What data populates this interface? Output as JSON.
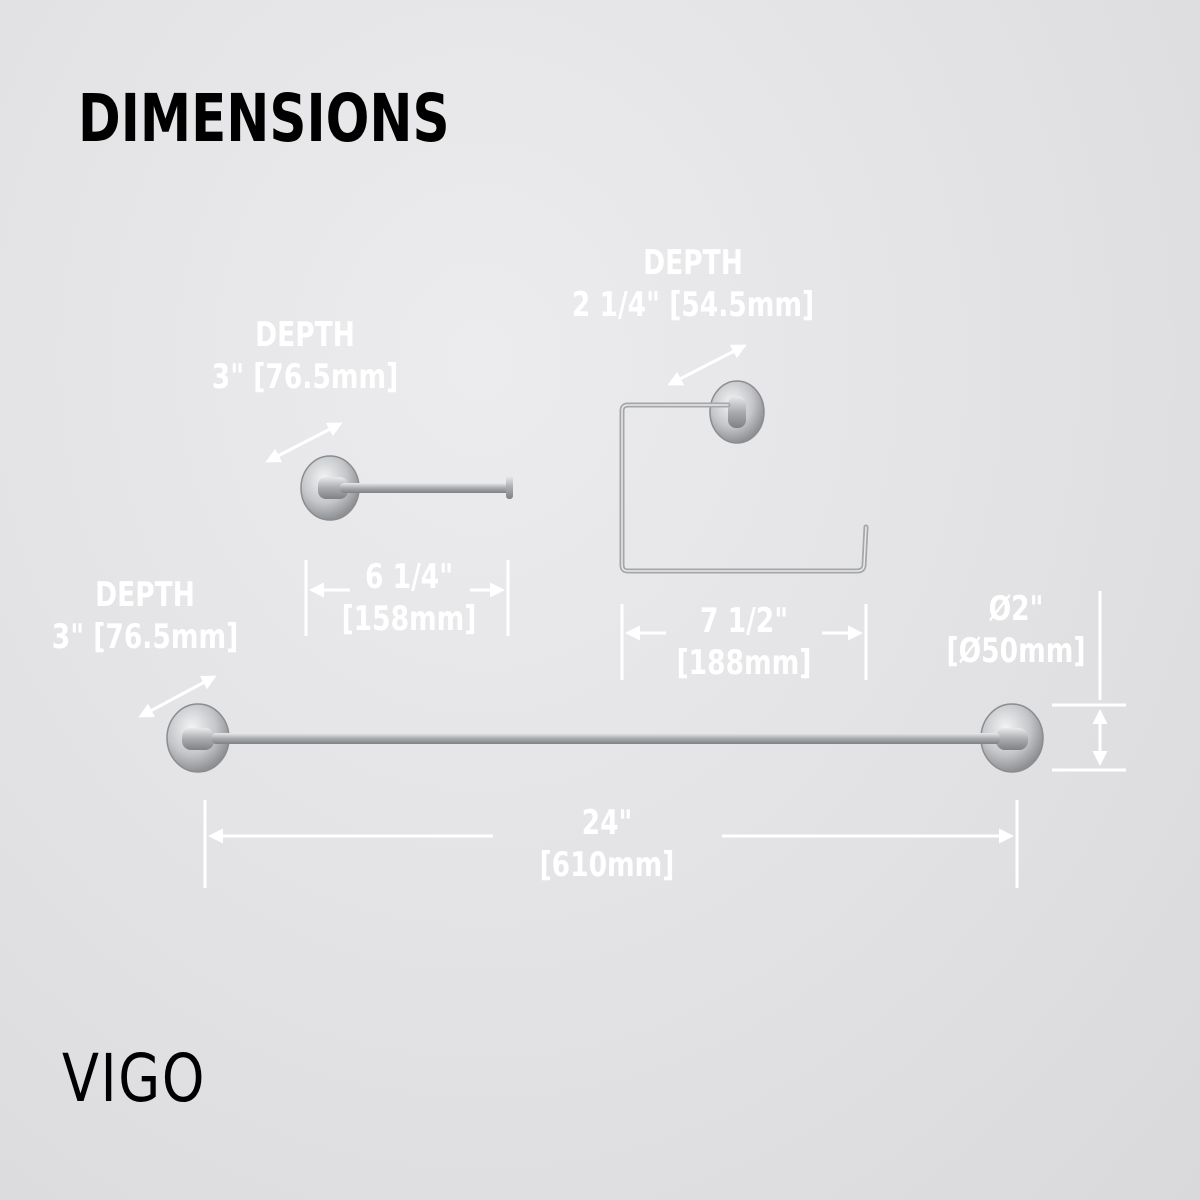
{
  "heading": "DIMENSIONS",
  "brand": {
    "logo_text": "VIGO"
  },
  "callouts": {
    "paper_holder_depth": {
      "label": "DEPTH",
      "value": "3\" [76.5mm]"
    },
    "paper_holder_length": {
      "line1": "6 1/4\"",
      "line2": "[158mm]"
    },
    "towel_ring_depth": {
      "label": "DEPTH",
      "value": "2 1/4\" [54.5mm]"
    },
    "towel_ring_width": {
      "line1": "7 1/2\"",
      "line2": "[188mm]"
    },
    "towel_bar_depth": {
      "label": "DEPTH",
      "value": "3\" [76.5mm]"
    },
    "towel_bar_diameter": {
      "line1": "Ø2\"",
      "line2": "[Ø50mm]"
    },
    "towel_bar_length": {
      "line1": "24\"",
      "line2": "[610mm]"
    }
  },
  "colors": {
    "dimension_lines": "#ffffff",
    "metal": "#b9bbbe",
    "text_dark": "#000000"
  }
}
